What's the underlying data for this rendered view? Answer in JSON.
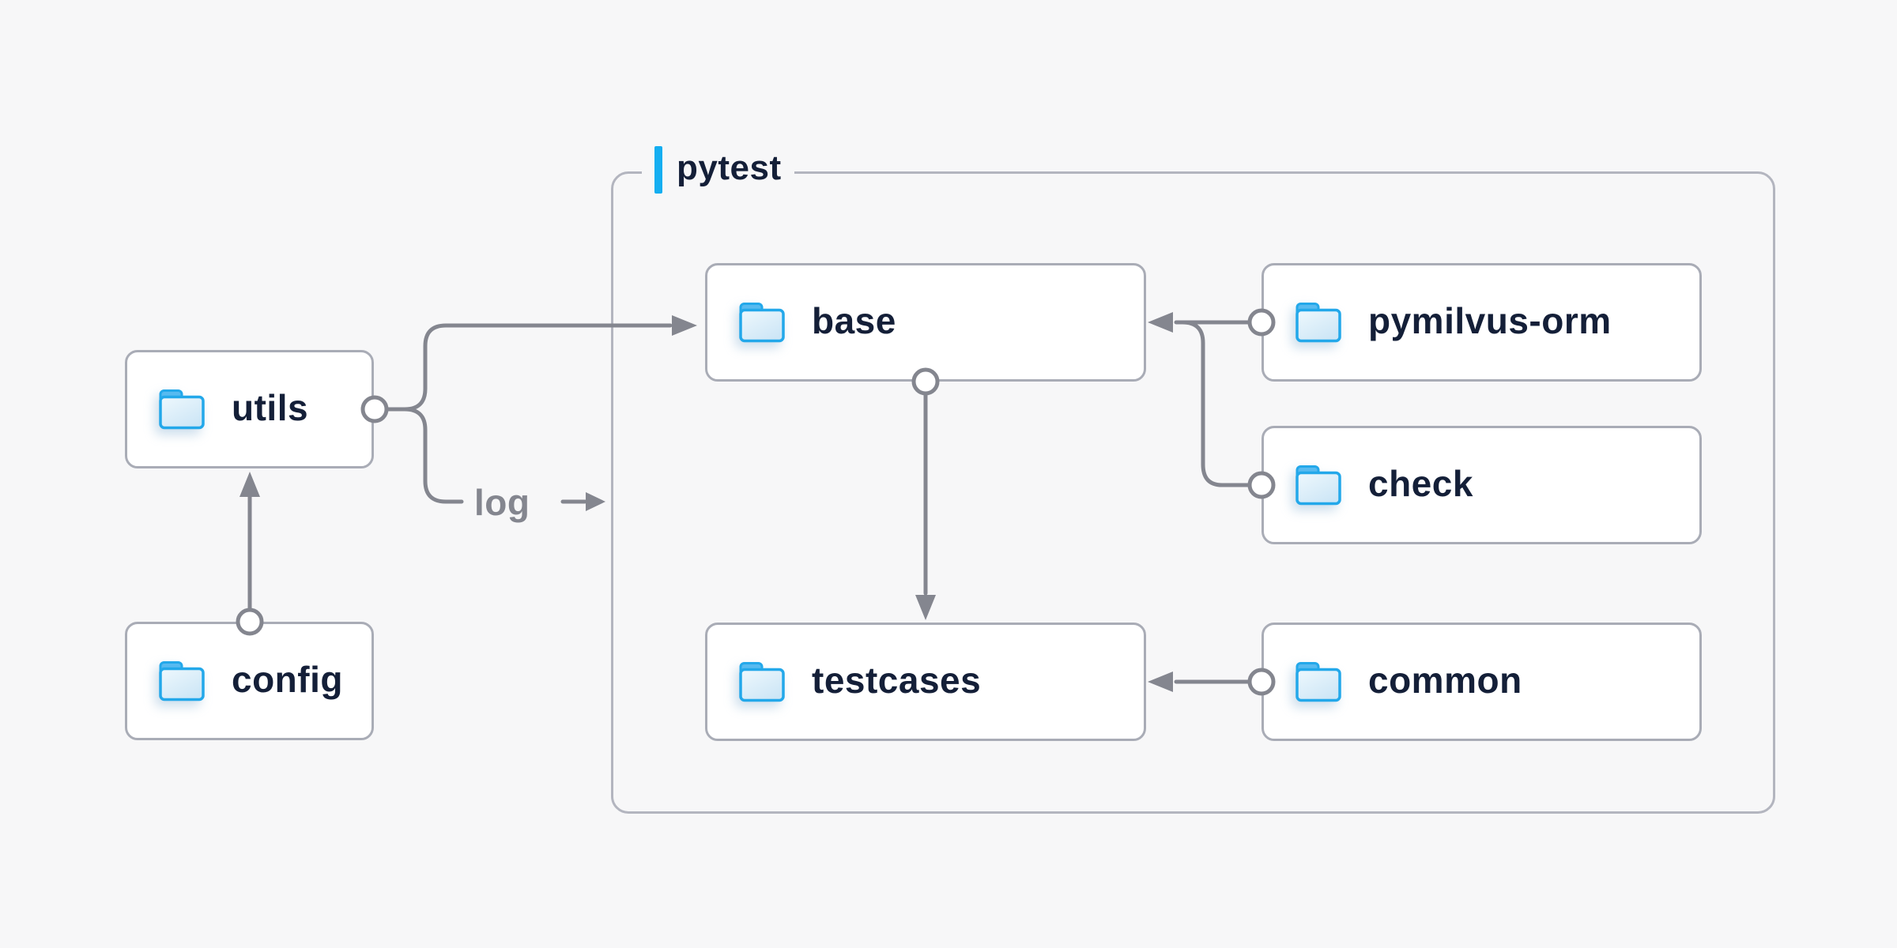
{
  "palette": {
    "background": "#f7f7f8",
    "node_background": "#ffffff",
    "node_border": "#a9acb6",
    "group_border": "#b3b5bf",
    "wire": "#84868f",
    "label_text": "#141f38",
    "edge_label_text": "#84868f",
    "accent_blue": "#14aef1",
    "folder_stroke": "#23a8ea",
    "folder_tab_fill": "#57baf0",
    "folder_fill_top": "#eef8fd",
    "folder_fill_bottom": "#cde6f6"
  },
  "group": {
    "label": "pytest"
  },
  "nodes": [
    {
      "id": "utils",
      "label": "utils"
    },
    {
      "id": "config",
      "label": "config"
    },
    {
      "id": "base",
      "label": "base"
    },
    {
      "id": "pymilvus-orm",
      "label": "pymilvus-orm"
    },
    {
      "id": "check",
      "label": "check"
    },
    {
      "id": "testcases",
      "label": "testcases"
    },
    {
      "id": "common",
      "label": "common"
    }
  ],
  "edge_label": "log",
  "edges": [
    {
      "from": "config",
      "to": "utils"
    },
    {
      "from": "utils",
      "to": "base"
    },
    {
      "from": "utils",
      "to": "log"
    },
    {
      "from": "pymilvus-orm",
      "to": "base"
    },
    {
      "from": "check",
      "to": "base"
    },
    {
      "from": "base",
      "to": "testcases"
    },
    {
      "from": "common",
      "to": "testcases"
    }
  ]
}
